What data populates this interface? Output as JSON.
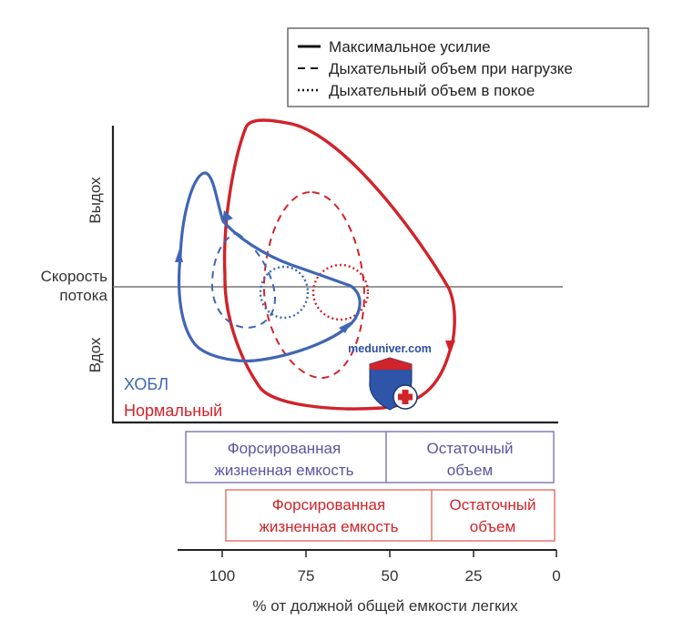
{
  "legend": {
    "items": [
      {
        "style": "solid",
        "label": "Максимальное усилие"
      },
      {
        "style": "dashed",
        "label": "Дыхательный объем при нагрузке"
      },
      {
        "style": "dotted",
        "label": "Дыхательный объем в покое"
      }
    ]
  },
  "axes": {
    "y_upper": "Выдох",
    "y_middle_line1": "Скорость",
    "y_middle_line2": "потока",
    "y_lower": "Вдох",
    "x_label": "% от должной общей емкости легких",
    "x_ticks": [
      "100",
      "75",
      "50",
      "25",
      "0"
    ]
  },
  "series_labels": {
    "copd": "ХОБЛ",
    "normal": "Нормальный"
  },
  "watermark": "meduniver.com",
  "volume_boxes": {
    "copd": {
      "fvc_line1": "Форсированная",
      "fvc_line2": "жизненная емкость",
      "rv_line1": "Остаточный",
      "rv_line2": "объем"
    },
    "normal": {
      "fvc_line1": "Форсированная",
      "fvc_line2": "жизненная емкость",
      "rv_line1": "Остаточный",
      "rv_line2": "объем"
    }
  },
  "colors": {
    "copd": "#3f66b4",
    "normal": "#d1232a",
    "copd_box_border": "#6e6ab0",
    "normal_box_border": "#e0605a",
    "axis": "#222222",
    "baseline": "#777777"
  }
}
